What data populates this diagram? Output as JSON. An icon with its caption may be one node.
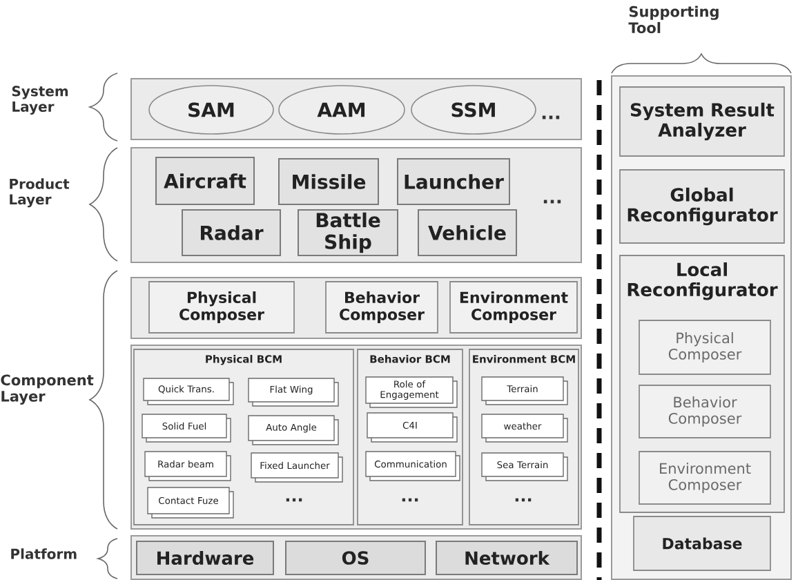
{
  "diagram": {
    "nodes": [
      {
        "text": [],
        "shape": "box"
      },
      {
        "text": [
          "SAM"
        ],
        "in": 0
      },
      {
        "text": [
          "AAM"
        ],
        "in": 0
      },
      {
        "text": [
          "SSM"
        ],
        "in": 0
      },
      {
        "text": [],
        "shape": "box"
      },
      {
        "text": [
          "Aircraft"
        ],
        "in": 4
      },
      {
        "text": [
          "Missile"
        ],
        "in": 4
      },
      {
        "text": [
          "Launcher"
        ],
        "in": 4
      },
      {
        "text": [
          "Radar"
        ],
        "in": 4
      },
      {
        "text": [
          "Battle Ship"
        ],
        "in": 4
      },
      {
        "text": [
          "Vehicle"
        ],
        "in": 4
      },
      {
        "text": [],
        "shape": "box"
      },
      {
        "text": [
          "Physical Composer"
        ],
        "in": 11
      },
      {
        "text": [
          "Behavior Composer"
        ],
        "in": 11
      },
      {
        "text": [
          "Environment Composer"
        ],
        "in": 11
      },
      {
        "text": [],
        "shape": "box"
      },
      {
        "text": [
          "Physical BCM"
        ],
        "in": 15
      },
      {
        "text": [
          "Quick Trans."
        ],
        "in": 16
      },
      {
        "text": [
          "Flat Wing"
        ],
        "in": 16
      },
      {
        "text": [
          "Solid Fuel"
        ],
        "in": 16
      },
      {
        "text": [
          "Auto Angle"
        ],
        "in": 16
      },
      {
        "text": [
          "Radar beam"
        ],
        "in": 16
      },
      {
        "text": [
          "Fixed Launcher"
        ],
        "in": 16
      },
      {
        "text": [
          "Contact Fuze"
        ],
        "in": 16
      },
      {
        "text": [
          "Behavior BCM"
        ],
        "in": 15
      },
      {
        "text": [
          "Role of Engagement"
        ],
        "in": 24
      },
      {
        "text": [
          "C4I"
        ],
        "in": 24
      },
      {
        "text": [
          "Communication"
        ],
        "in": 24
      },
      {
        "text": [
          "Environment BCM"
        ],
        "in": 15
      },
      {
        "text": [
          "Terrain"
        ],
        "in": 28
      },
      {
        "text": [
          "weather"
        ],
        "in": 28
      },
      {
        "text": [
          "Sea Terrain"
        ],
        "in": 28
      },
      {
        "text": [],
        "shape": "box"
      },
      {
        "text": [
          "Hardware"
        ],
        "in": 32
      },
      {
        "text": [
          "OS"
        ],
        "in": 32
      },
      {
        "text": [
          "Network"
        ],
        "in": 32
      },
      {
        "text": [],
        "shape": "box"
      },
      {
        "text": [
          "System Result Analyzer"
        ],
        "in": 36
      },
      {
        "text": [
          "Global Reconfigurator"
        ],
        "in": 36
      },
      {
        "text": [
          "Local Reconfigurator"
        ],
        "in": 36
      },
      {
        "text": [
          "Physical Composer"
        ],
        "in": 39
      },
      {
        "text": [
          "Behavior Composer"
        ],
        "in": 39
      },
      {
        "text": [
          "Environment Composer"
        ],
        "in": 39
      },
      {
        "text": [
          "Database"
        ],
        "in": 36
      }
    ],
    "labels": [
      "Supporting Tool",
      "System Layer",
      "...",
      "Product Layer",
      "...",
      "Component Layer",
      "...",
      "...",
      "...",
      "Platform"
    ]
  }
}
